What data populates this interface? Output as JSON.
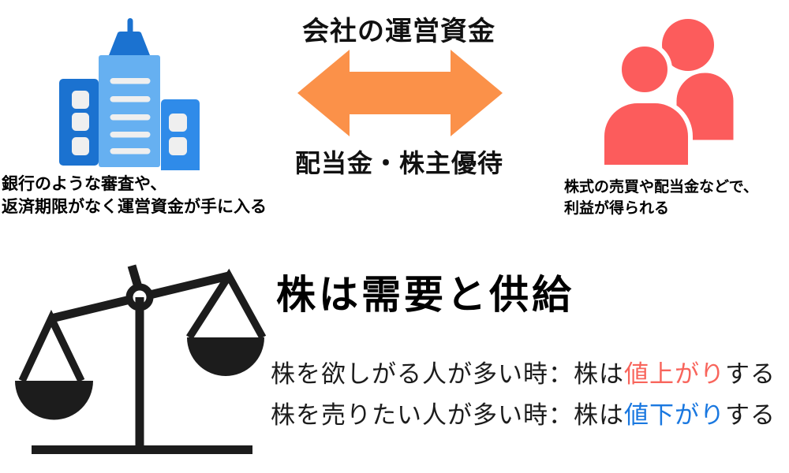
{
  "palette": {
    "background": "#ffffff",
    "ink": "#111111",
    "arrow_orange": "#FB9149",
    "people_red": "#FC5C5C",
    "building_dark_blue": "#1B72D0",
    "building_mid_blue": "#2F8BE9",
    "building_light_blue": "#66B0F1",
    "building_window_gray": "#EFEFEF",
    "scale_black": "#1C1C1C",
    "text_red": "#F8655C",
    "text_blue": "#1A78E0"
  },
  "icons": {
    "company": "office-building-icon",
    "investors": "people-icon",
    "exchange": "double-headed-arrow-icon",
    "balance": "balance-scale-icon"
  },
  "exchange": {
    "top_label": "会社の運営資金",
    "bottom_label": "配当金・株主優待"
  },
  "company": {
    "caption_line1": "銀行のような審査や、",
    "caption_line2": "返済期限がなく運営資金が手に入る"
  },
  "investors": {
    "caption_line1": "株式の売買や配当金などで、",
    "caption_line2": "利益が得られる"
  },
  "supply_demand": {
    "title": "株は需要と供給",
    "rules": [
      {
        "prefix": "株を欲しがる人が多い時：株は",
        "highlight": "値上がり",
        "highlight_color": "#F8655C",
        "suffix": "する"
      },
      {
        "prefix": "株を売りたい人が多い時：株は",
        "highlight": "値下がり",
        "highlight_color": "#1A78E0",
        "suffix": "する"
      }
    ]
  }
}
